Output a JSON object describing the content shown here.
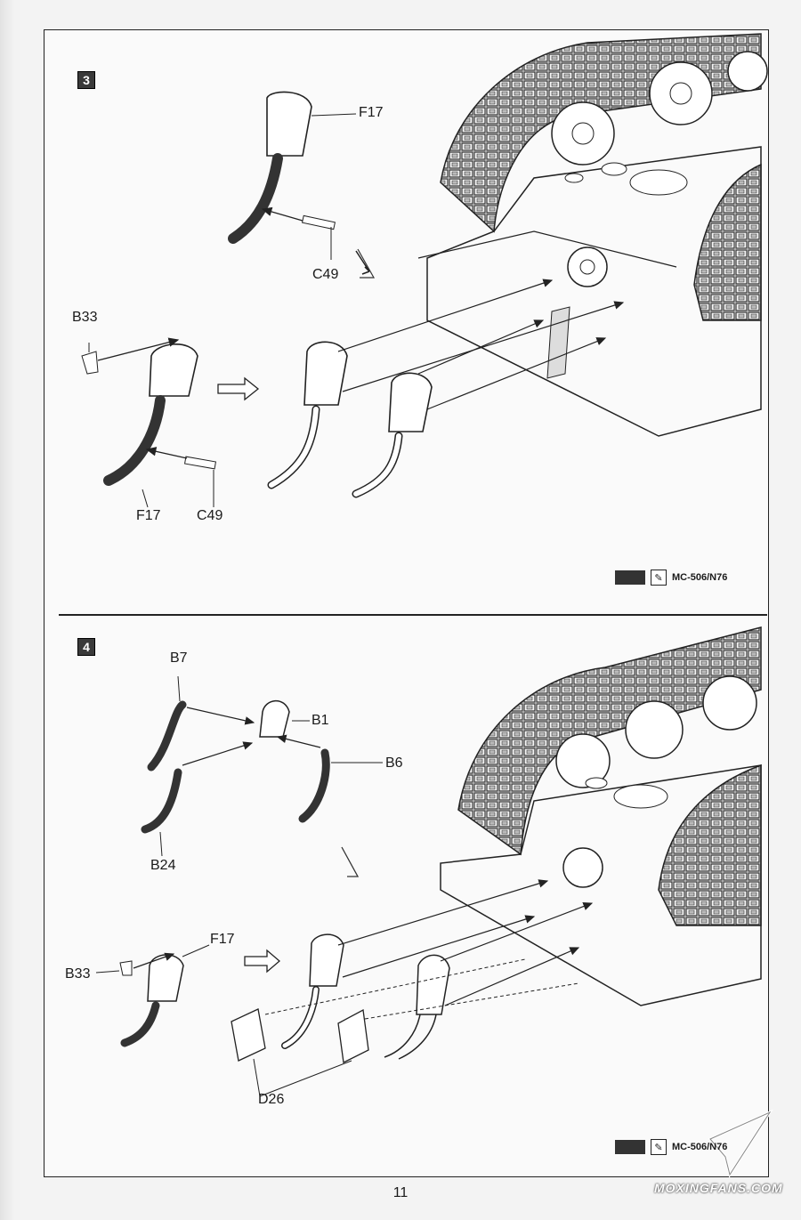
{
  "page_number": "11",
  "watermark": "MOXINGFANS.COM",
  "step3": {
    "number": "3",
    "labels": {
      "f17_top": "F17",
      "c49_top": "C49",
      "b33": "B33",
      "f17_bottom": "F17",
      "c49_bottom": "C49"
    },
    "paint_code": "MC-506/N76"
  },
  "step4": {
    "number": "4",
    "labels": {
      "b7": "B7",
      "b1": "B1",
      "b6": "B6",
      "b24": "B24",
      "f17": "F17",
      "b33": "B33",
      "d26": "D26"
    },
    "paint_code": "MC-506/N76"
  },
  "icons": [
    "paint-swatch-icon",
    "brush-icon",
    "arrow-icon",
    "tank-hull-icon"
  ]
}
